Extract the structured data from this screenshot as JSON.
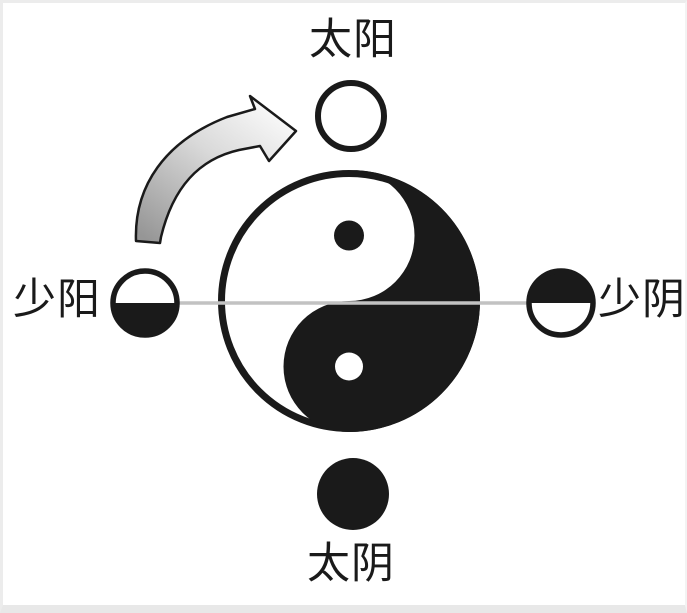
{
  "figure": {
    "name": "taiji-four-xiang-diagram",
    "center_symbol": "yin-yang-taijitu"
  },
  "labels": {
    "top": "太阳",
    "left": "少阳",
    "right": "少阴",
    "bottom": "太阴"
  },
  "symbols": {
    "top": "empty-circle",
    "left": "bottom-half-filled-circle",
    "right": "top-half-filled-circle",
    "bottom": "filled-circle",
    "center": "taijitu"
  },
  "arrow": {
    "from": "少阳",
    "to": "太阳",
    "style": "curved-block-arrow-gradient"
  },
  "connector": {
    "type": "horizontal-axis-line"
  },
  "colors": {
    "ink": "#1a1a1a",
    "background": "#ffffff",
    "divider_line": "#c2c2c2",
    "arrow_gradient_start": "#969696",
    "arrow_gradient_mid": "#d9d9d9",
    "arrow_gradient_end": "#ffffff",
    "frame": "#ececec"
  }
}
